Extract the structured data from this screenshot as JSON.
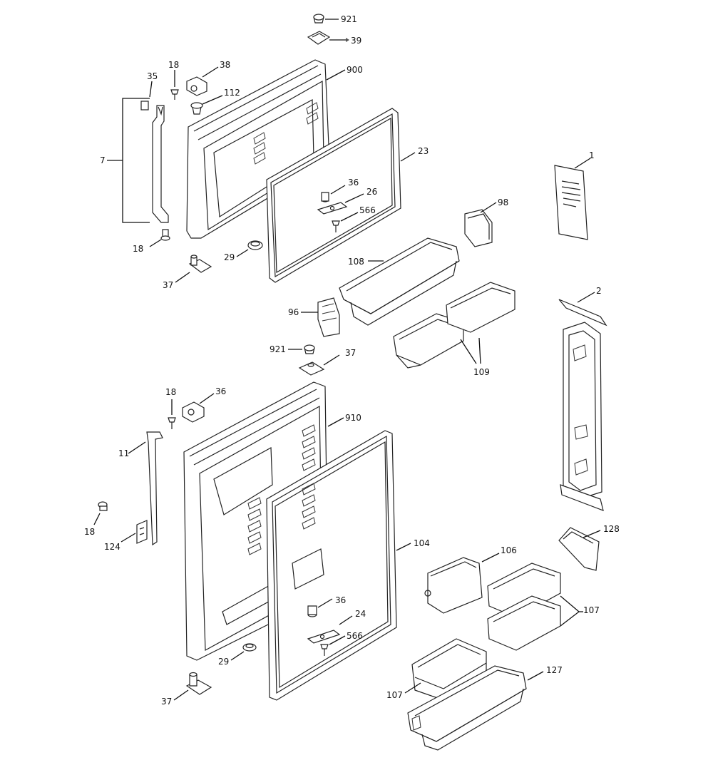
{
  "diagram": {
    "labels": {
      "p921_top": "921",
      "p39": "39",
      "p38": "38",
      "p18_top": "18",
      "p35": "35",
      "p112": "112",
      "p900": "900",
      "p7": "7",
      "p23": "23",
      "p1": "1",
      "p36_top": "36",
      "p26": "26",
      "p566_top": "566",
      "p98": "98",
      "p18_upper_left": "18",
      "p29_top": "29",
      "p108": "108",
      "p37_top": "37",
      "p2": "2",
      "p96": "96",
      "p109": "109",
      "p921_mid": "921",
      "p37_mid": "37",
      "p18_mid": "18",
      "p36_mid": "36",
      "p910": "910",
      "p11": "11",
      "p18_lower_left": "18",
      "p124": "124",
      "p104": "104",
      "p106": "106",
      "p128": "128",
      "p36_low": "36",
      "p24": "24",
      "p107_right": "107",
      "p566_low": "566",
      "p29_low": "29",
      "p127": "127",
      "p107_left": "107",
      "p37_bottom": "37"
    }
  }
}
